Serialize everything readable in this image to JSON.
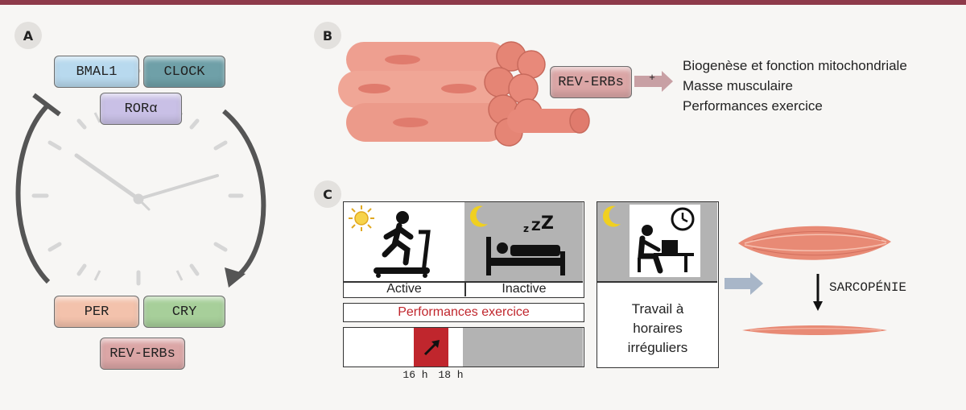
{
  "panels": {
    "a": "A",
    "b": "B",
    "c": "C"
  },
  "panel_a": {
    "genes": {
      "bmal1": "BMAL1",
      "clock": "CLOCK",
      "ror": "RORα",
      "per": "PER",
      "cry": "CRY",
      "reverb": "REV-ERBs"
    }
  },
  "panel_b": {
    "reverb": "REV-ERBs",
    "plus": "+",
    "effects": [
      "Biogenèse et fonction mitochondriale",
      "Masse musculaire",
      "Performances exercice"
    ]
  },
  "panel_c": {
    "active": "Active",
    "inactive": "Inactive",
    "performance": "Performances exercice",
    "time_start": "16 h",
    "time_end": "18 h",
    "work": [
      "Travail à",
      "horaires",
      "irréguliers"
    ],
    "sarcopenia": "SARCOPÉNIE"
  },
  "colors": {
    "accent_bar": "#8e3a4a",
    "performance_red": "#c0262d",
    "muscle": "#e88a75"
  }
}
